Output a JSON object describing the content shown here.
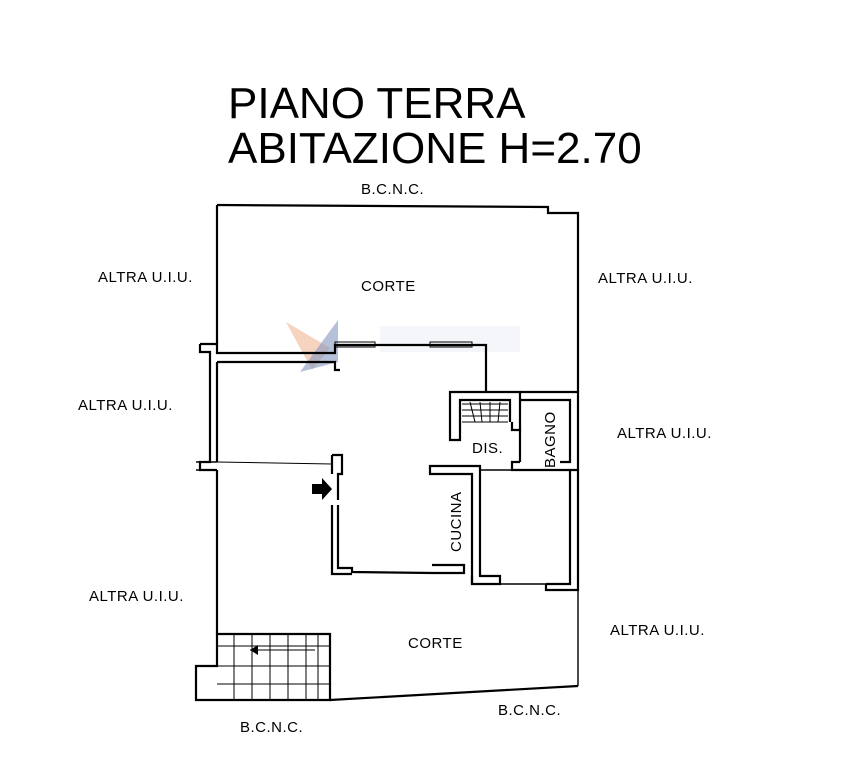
{
  "title": {
    "line1": "PIANO TERRA",
    "line2": "ABITAZIONE H=2.70"
  },
  "labels": {
    "bcnc_top": "B.C.N.C.",
    "bcnc_bottom_left": "B.C.N.C.",
    "bcnc_bottom_right": "B.C.N.C.",
    "altra_left_1": "ALTRA U.I.U.",
    "altra_left_2": "ALTRA U.I.U.",
    "altra_left_3": "ALTRA U.I.U.",
    "altra_right_1": "ALTRA U.I.U.",
    "altra_right_2": "ALTRA U.I.U.",
    "altra_right_3": "ALTRA U.I.U."
  },
  "rooms": {
    "corte_top": "CORTE",
    "corte_bottom": "CORTE",
    "dis": "DIS.",
    "bagno": "BAGNO",
    "cucina": "CUCINA"
  },
  "icons": {
    "entrance": "entrance-arrow-icon",
    "watermark": "logo-watermark"
  },
  "colors": {
    "ink": "#000000",
    "watermark_blue": "#1f3f8a",
    "watermark_orange": "#e07a3a"
  }
}
